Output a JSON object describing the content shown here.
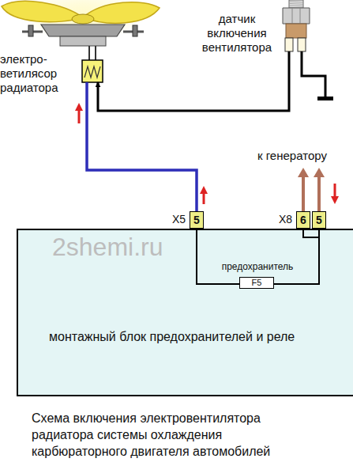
{
  "diagram": {
    "caption": "Схема включения электровентилятора радиатора системы охлаждения карбюраторного двигателя автомобилей",
    "nodes": [
      {
        "text": [
          "электро- ветилясор радиатора"
        ]
      },
      {
        "text": [
          "датчик включения вентилятора"
        ]
      },
      {
        "text": [
          "монтажный блок предохранителей и реле"
        ]
      },
      {
        "text": [
          "X5",
          "5"
        ]
      },
      {
        "text": [
          "X8",
          "6"
        ]
      },
      {
        "text": [
          "5"
        ]
      },
      {
        "text": [
          "предохранитель",
          "F5"
        ],
        "in": 2
      }
    ],
    "edges": [
      {
        "from": 1,
        "to": 0,
        "arrow": "to"
      },
      {
        "from": 3,
        "to": 0,
        "arrow": "none"
      },
      {
        "from": 3,
        "to": 6,
        "arrow": "none"
      },
      {
        "from": 6,
        "to": 5,
        "arrow": "none"
      },
      {
        "from": 4,
        "to": 5,
        "arrow": "none"
      }
    ],
    "labels": [
      "к генератору",
      "2shemi.ru"
    ]
  }
}
